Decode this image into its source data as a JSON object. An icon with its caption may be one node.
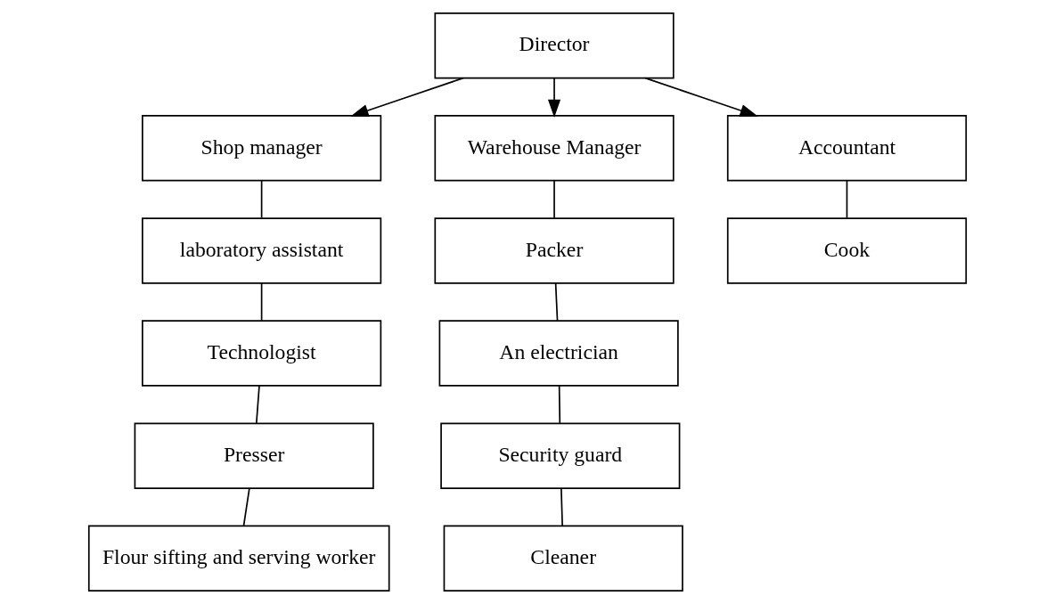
{
  "diagram": {
    "nodes": [
      {
        "text": [
          "Director"
        ]
      },
      {
        "text": [
          "Shop manager"
        ]
      },
      {
        "text": [
          "Warehouse Manager"
        ]
      },
      {
        "text": [
          "Accountant"
        ]
      },
      {
        "text": [
          "laboratory assistant"
        ]
      },
      {
        "text": [
          "Technologist"
        ]
      },
      {
        "text": [
          "Presser"
        ]
      },
      {
        "text": [
          "Flour sifting and serving worker"
        ]
      },
      {
        "text": [
          "Packer"
        ]
      },
      {
        "text": [
          "An electrician"
        ]
      },
      {
        "text": [
          "Security guard"
        ]
      },
      {
        "text": [
          "Cleaner"
        ]
      },
      {
        "text": [
          "Cook"
        ]
      }
    ],
    "edges": [
      {
        "from": 0,
        "to": 1,
        "arrow": "to"
      },
      {
        "from": 0,
        "to": 2,
        "arrow": "to"
      },
      {
        "from": 0,
        "to": 3,
        "arrow": "to"
      },
      {
        "from": 1,
        "to": 4,
        "arrow": "none"
      },
      {
        "from": 4,
        "to": 5,
        "arrow": "none"
      },
      {
        "from": 5,
        "to": 6,
        "arrow": "none"
      },
      {
        "from": 6,
        "to": 7,
        "arrow": "none"
      },
      {
        "from": 2,
        "to": 8,
        "arrow": "none"
      },
      {
        "from": 8,
        "to": 9,
        "arrow": "none"
      },
      {
        "from": 9,
        "to": 10,
        "arrow": "none"
      },
      {
        "from": 10,
        "to": 11,
        "arrow": "none"
      },
      {
        "from": 3,
        "to": 12,
        "arrow": "none"
      }
    ]
  }
}
